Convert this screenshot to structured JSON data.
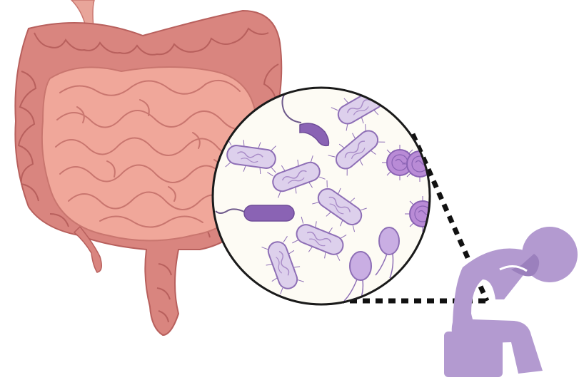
{
  "figure": {
    "intestine": {
      "icon": "intestine-illustration",
      "colors": {
        "colon": "#d9857f",
        "colon_dark": "#b8605d",
        "small_intestine": "#f0a79a",
        "small_intestine_line": "#c9766f",
        "esophagus": "#e8a59a"
      }
    },
    "microbiome_zoom": {
      "icon": "magnifier-circle",
      "colors": {
        "background": "#fdfbf4",
        "border": "#1a1a1a",
        "bacteria_light": "#ddd0ec",
        "bacteria_outline": "#8e6fb6",
        "bacteria_dark": "#8a63b4",
        "cocci": "#b98bd6"
      }
    },
    "connector": {
      "style": "dashed",
      "color": "#111111"
    },
    "person": {
      "icon": "distressed-person-icon",
      "color": "#b39ad0"
    }
  }
}
